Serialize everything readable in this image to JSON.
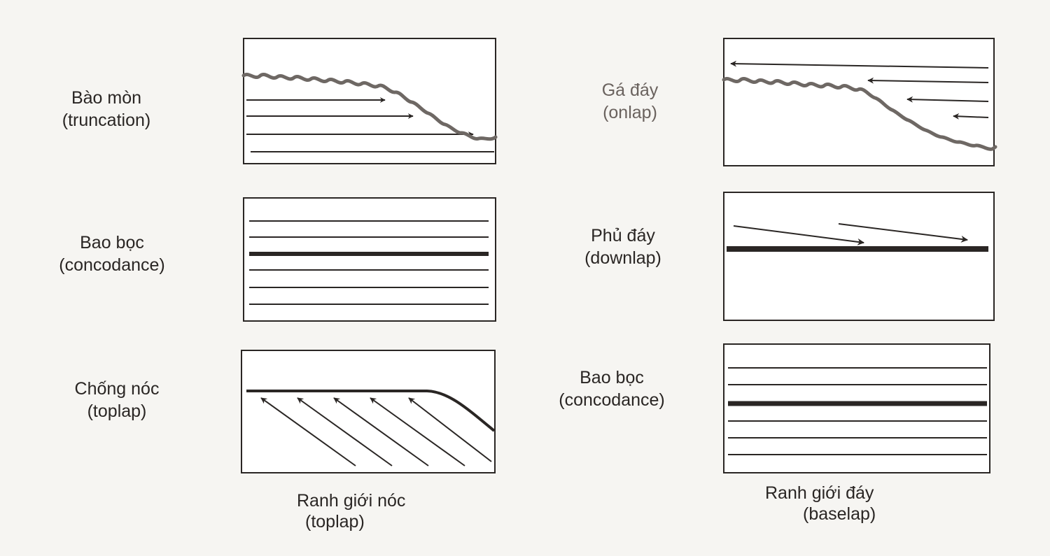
{
  "left_column": {
    "truncation": {
      "term": "Bào mòn",
      "english": "(truncation)"
    },
    "concordance": {
      "term": "Bao bọc",
      "english": "(concodance)"
    },
    "toplap": {
      "term": "Chống nóc",
      "english": "(toplap)"
    },
    "caption": {
      "line1": "Ranh giới nóc",
      "line2": "(toplap)"
    }
  },
  "right_column": {
    "onlap": {
      "term": "Gá đáy",
      "english": "(onlap)"
    },
    "downlap": {
      "term": "Phủ đáy",
      "english": "(downlap)"
    },
    "concordance": {
      "term": "Bao bọc",
      "english": "(concodance)"
    },
    "caption": {
      "line1": "Ranh giới đáy",
      "line2": "(baselap)"
    }
  },
  "colors": {
    "ink": "#2a2624",
    "erosion_surface": "#6e6864",
    "background": "#f6f5f2",
    "panel_fill": "#ffffff"
  }
}
